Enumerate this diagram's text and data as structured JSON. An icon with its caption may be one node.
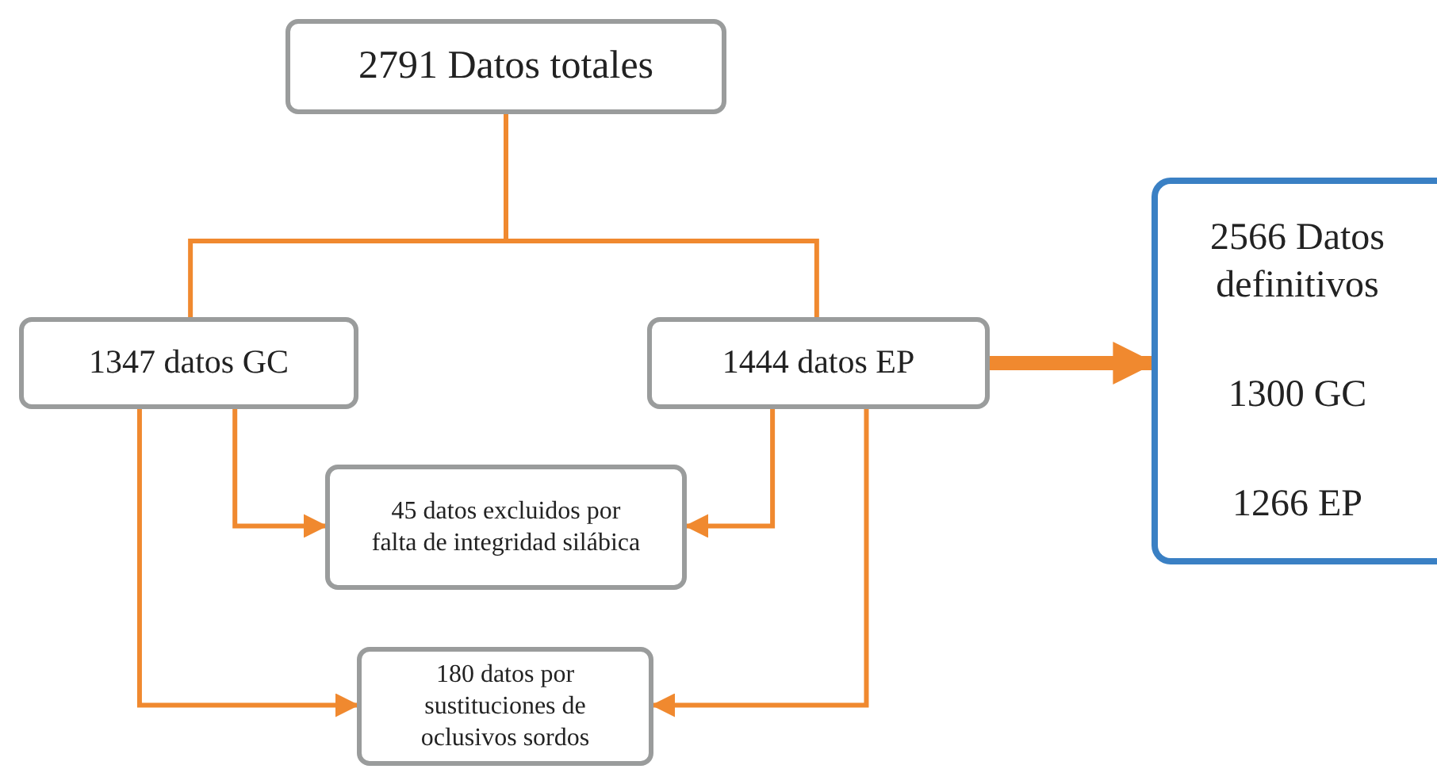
{
  "diagram": {
    "nodes": [
      {
        "text": [
          "2791 Datos totales"
        ]
      },
      {
        "text": [
          "1347 datos GC"
        ]
      },
      {
        "text": [
          "1444 datos EP"
        ]
      },
      {
        "text": [
          "45 datos excluidos por falta de integridad silábica"
        ]
      },
      {
        "text": [
          "180 datos por sustituciones de oclusivos sordos"
        ]
      },
      {
        "text": [
          "2566 Datos definitivos",
          "1300 GC",
          "1266 EP"
        ]
      }
    ],
    "edges": [
      {
        "from": 0,
        "to": 1,
        "arrow": "none",
        "color": "#f0892f"
      },
      {
        "from": 0,
        "to": 2,
        "arrow": "none",
        "color": "#f0892f"
      },
      {
        "from": 1,
        "to": 3,
        "arrow": "to",
        "color": "#f0892f"
      },
      {
        "from": 2,
        "to": 3,
        "arrow": "to",
        "color": "#f0892f"
      },
      {
        "from": 1,
        "to": 4,
        "arrow": "to",
        "color": "#f0892f"
      },
      {
        "from": 2,
        "to": 4,
        "arrow": "to",
        "color": "#f0892f"
      },
      {
        "from": 2,
        "to": 5,
        "arrow": "to",
        "style": "thick",
        "color": "#f0892f"
      }
    ]
  }
}
